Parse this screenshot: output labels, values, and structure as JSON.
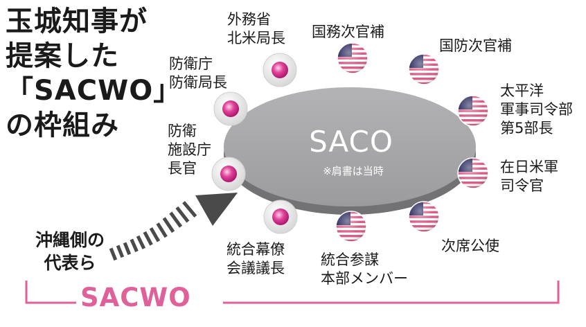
{
  "title": {
    "lines": [
      "玉城知事が",
      "提案した",
      "「SACWO」",
      "の枠組み"
    ]
  },
  "table": {
    "name": "SACO",
    "note": "※肩書は当時"
  },
  "okinawa_side": {
    "label": "沖縄側の\n代表ら"
  },
  "framework": {
    "label": "SACWO"
  },
  "colors": {
    "japan_seat": "#e0449a",
    "japan_seat_ring": "#f3f3f3",
    "table_fill": "#a7a6a8",
    "table_edge": "#6f6e70",
    "bracket": "#e0609a",
    "arrow": "#4a4a4a",
    "us_stripe": "#d85a82",
    "us_canton": "#24245a"
  },
  "seats": [
    {
      "side": "japan",
      "label": "防衛庁\n防衛局長",
      "icon": "japan-seat-icon"
    },
    {
      "side": "japan",
      "label": "外務省\n北米局長",
      "icon": "japan-seat-icon"
    },
    {
      "side": "us",
      "label": "国務次官補",
      "icon": "us-flag-seat-icon"
    },
    {
      "side": "us",
      "label": "国防次官補",
      "icon": "us-flag-seat-icon"
    },
    {
      "side": "us",
      "label": "太平洋\n軍事司令部\n第5部長",
      "icon": "us-flag-seat-icon"
    },
    {
      "side": "us",
      "label": "在日米軍\n司令官",
      "icon": "us-flag-seat-icon"
    },
    {
      "side": "us",
      "label": "次席公使",
      "icon": "us-flag-seat-icon"
    },
    {
      "side": "us",
      "label": "統合参謀\n本部メンバー",
      "icon": "us-flag-seat-icon"
    },
    {
      "side": "japan",
      "label": "統合幕僚\n会議議長",
      "icon": "japan-seat-icon"
    },
    {
      "side": "japan",
      "label": "防衛\n施設庁\n長官",
      "icon": "japan-seat-icon"
    }
  ]
}
